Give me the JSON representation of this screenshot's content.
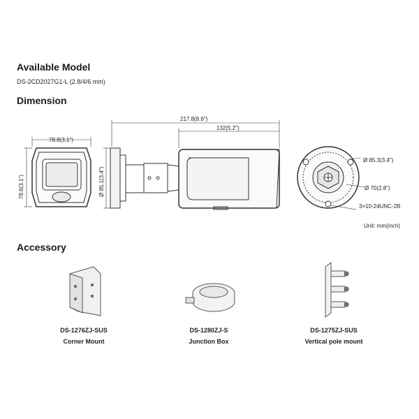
{
  "sections": {
    "available_model": "Available Model",
    "dimension": "Dimension",
    "accessory": "Accessory"
  },
  "model": "DS-2CD2027G1-L (2.8/4/6 mm)",
  "dimensions": {
    "front_width": "78.8(3.1\")",
    "front_height": "78.6(3.1\")",
    "mount_diameter": "Ø 85.1(3.4\")",
    "total_length": "217.8(8.6\")",
    "body_length": "132(5.2\")",
    "base_outer": "Ø 85.3(3.4\")",
    "base_inner": "Ø 70(2.8\")",
    "screws": "3×10-24UNC-2B",
    "unit": "Unit: mm(inch)"
  },
  "accessories": [
    {
      "model": "DS-1276ZJ-SUS",
      "name": "Corner Mount"
    },
    {
      "model": "DS-1280ZJ-S",
      "name": "Junction Box"
    },
    {
      "model": "DS-1275ZJ-SUS",
      "name": "Vertical pole mount"
    }
  ]
}
